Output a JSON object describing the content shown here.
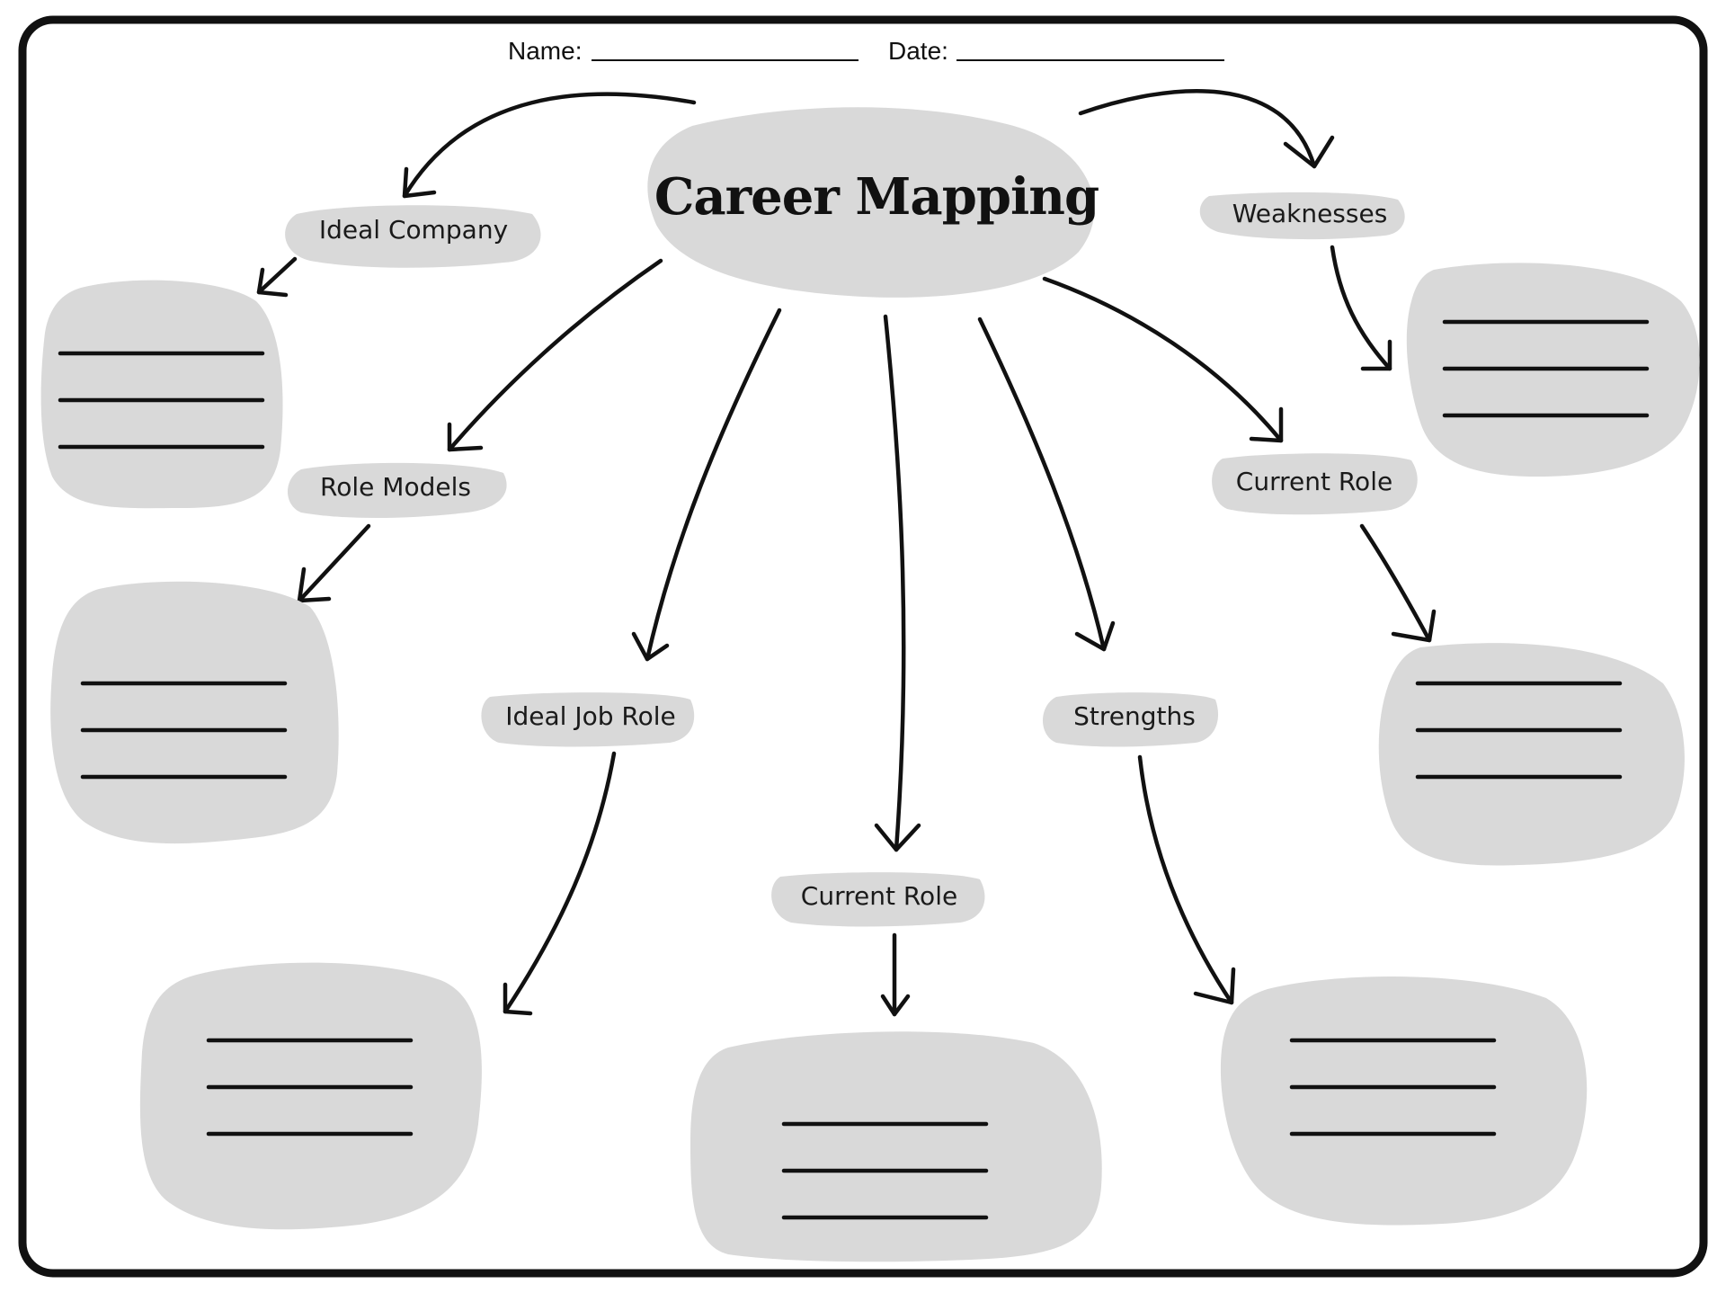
{
  "header": {
    "name_label": "Name:",
    "date_label": "Date:"
  },
  "title": "Career Mapping",
  "nodes": {
    "ideal_company": "Ideal Company",
    "weaknesses": "Weaknesses",
    "role_models": "Role Models",
    "current_role_right": "Current Role",
    "ideal_job_role": "Ideal Job Role",
    "strengths": "Strengths",
    "current_role_center": "Current Role"
  },
  "colors": {
    "fill": "#d9d9d9",
    "ink": "#111111",
    "border": "#111111"
  }
}
